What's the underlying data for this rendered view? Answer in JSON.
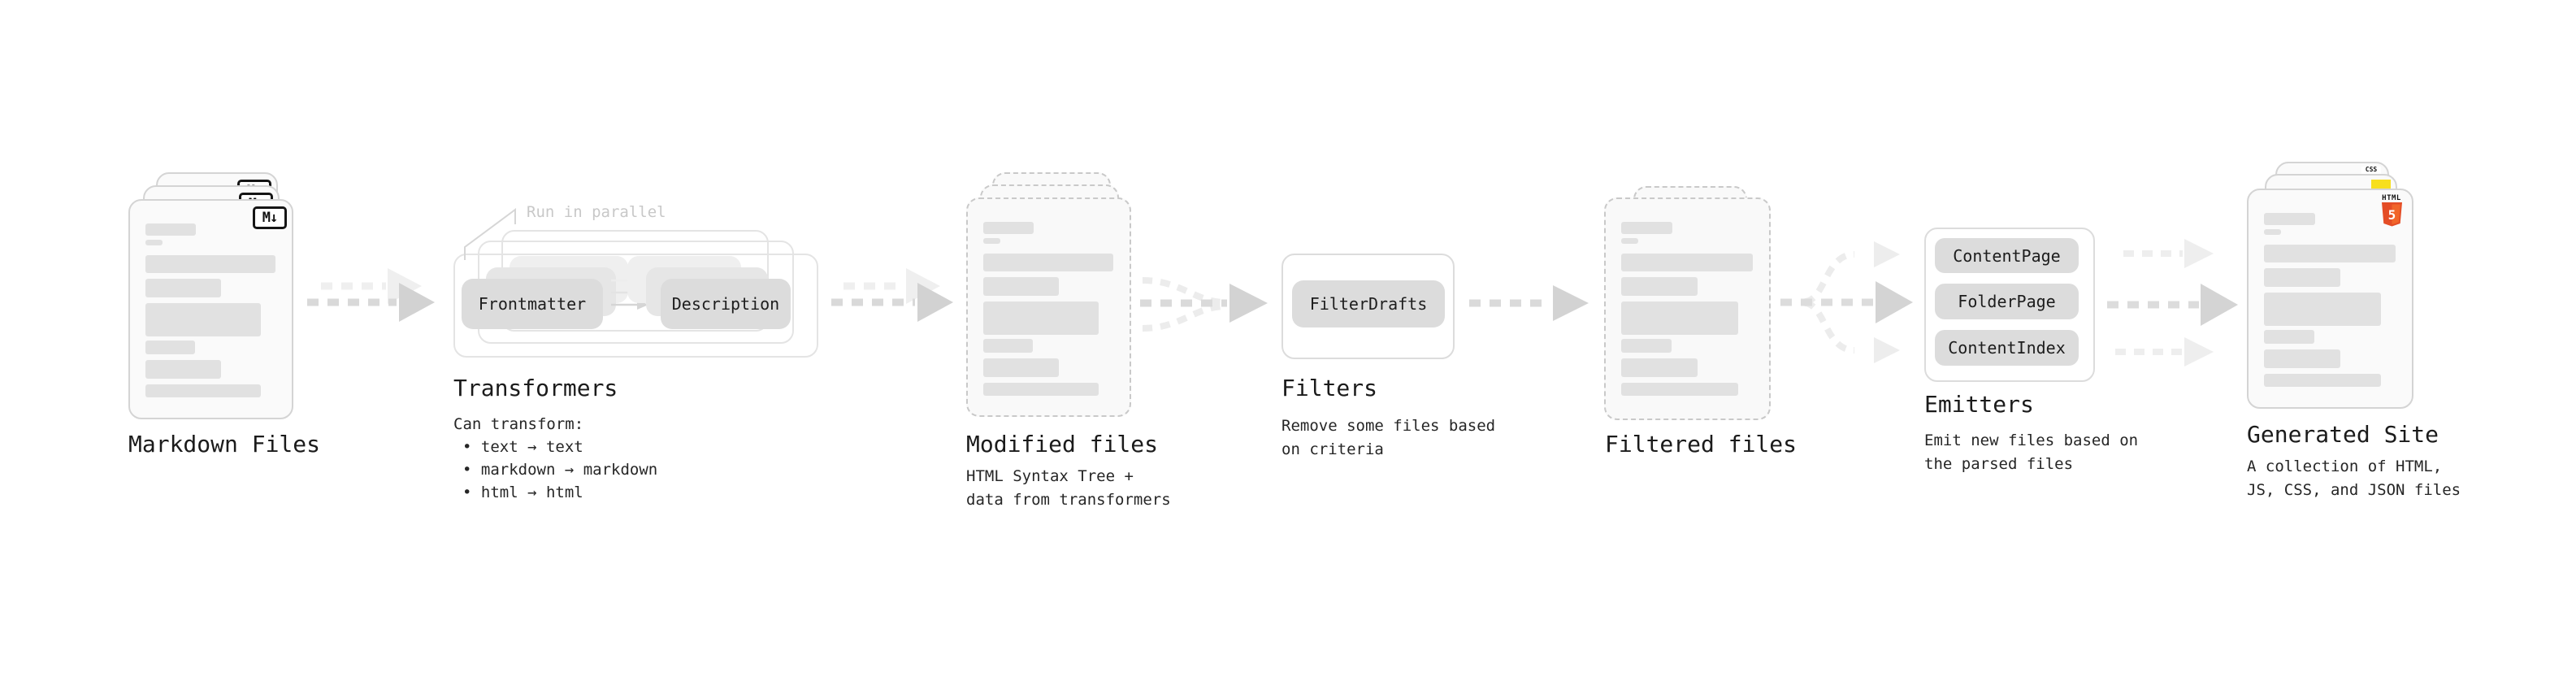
{
  "diagram": {
    "note": "Run in parallel",
    "colors": {
      "html5_orange_dark": "#e44d26",
      "html5_orange_light": "#f16529",
      "js_yellow": "#f7df1e",
      "css_blue": "#2b62e9",
      "markdown_black": "#151515",
      "arrow_gray": "#d9d9d9",
      "arrow_ghost_gray": "#efefef"
    },
    "sections": {
      "markdown": {
        "title": "Markdown Files",
        "badge": "M↓"
      },
      "transformers": {
        "title": "Transformers",
        "pill_frontmatter": "Frontmatter",
        "pill_description": "Description",
        "body_heading": "Can transform:",
        "bullet_1": "• text → text",
        "bullet_2": "• markdown → markdown",
        "bullet_3": "• html → html"
      },
      "modified": {
        "title": "Modified files",
        "subtitle_1": "HTML Syntax Tree +",
        "subtitle_2": "data from transformers"
      },
      "filters": {
        "title": "Filters",
        "pill_filterdrafts": "FilterDrafts",
        "subtitle_1": "Remove some files based",
        "subtitle_2": "on criteria"
      },
      "filtered": {
        "title": "Filtered files"
      },
      "emitters": {
        "title": "Emitters",
        "pill_1": "ContentPage",
        "pill_2": "FolderPage",
        "pill_3": "ContentIndex",
        "subtitle_1": "Emit new files based on",
        "subtitle_2": "the parsed files"
      },
      "generated": {
        "title": "Generated Site",
        "badge_css": "CSS",
        "badge_html": "HTML",
        "badge_html5_number": "5",
        "subtitle_1": "A collection of HTML,",
        "subtitle_2": "JS, CSS, and JSON files"
      }
    }
  }
}
